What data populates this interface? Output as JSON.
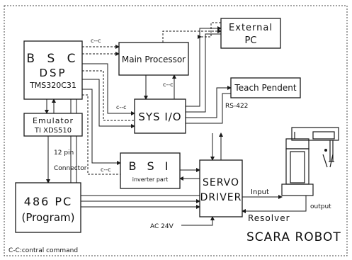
{
  "blocks": {
    "bsc": [
      "B S C",
      "DSP",
      "TMS320C31"
    ],
    "main_processor": "Main Processor",
    "external_pc": [
      "External",
      "PC"
    ],
    "teach_pendent": "Teach Pendent",
    "sys_io": "SYS I/O",
    "emulator": [
      "Emulator",
      "TI XDS510"
    ],
    "bsi": [
      "B S I",
      "inverter part"
    ],
    "servo_driver": [
      "SERVO",
      "DRIVER"
    ],
    "pc486": [
      "486 PC",
      "(Program)"
    ]
  },
  "labels": {
    "cc_top": "c--c",
    "cc_mid": "c--c",
    "cc_left_mid": "c--c",
    "cc_bsi": "c--c",
    "rs422": "RS-422",
    "pin12": "12 pin",
    "connector": "Connector",
    "input": "Input",
    "output": "output",
    "resolver": "Resolver",
    "ac": "AC 24V",
    "robot": "SCARA ROBOT",
    "legend": "C-C:contral command"
  }
}
